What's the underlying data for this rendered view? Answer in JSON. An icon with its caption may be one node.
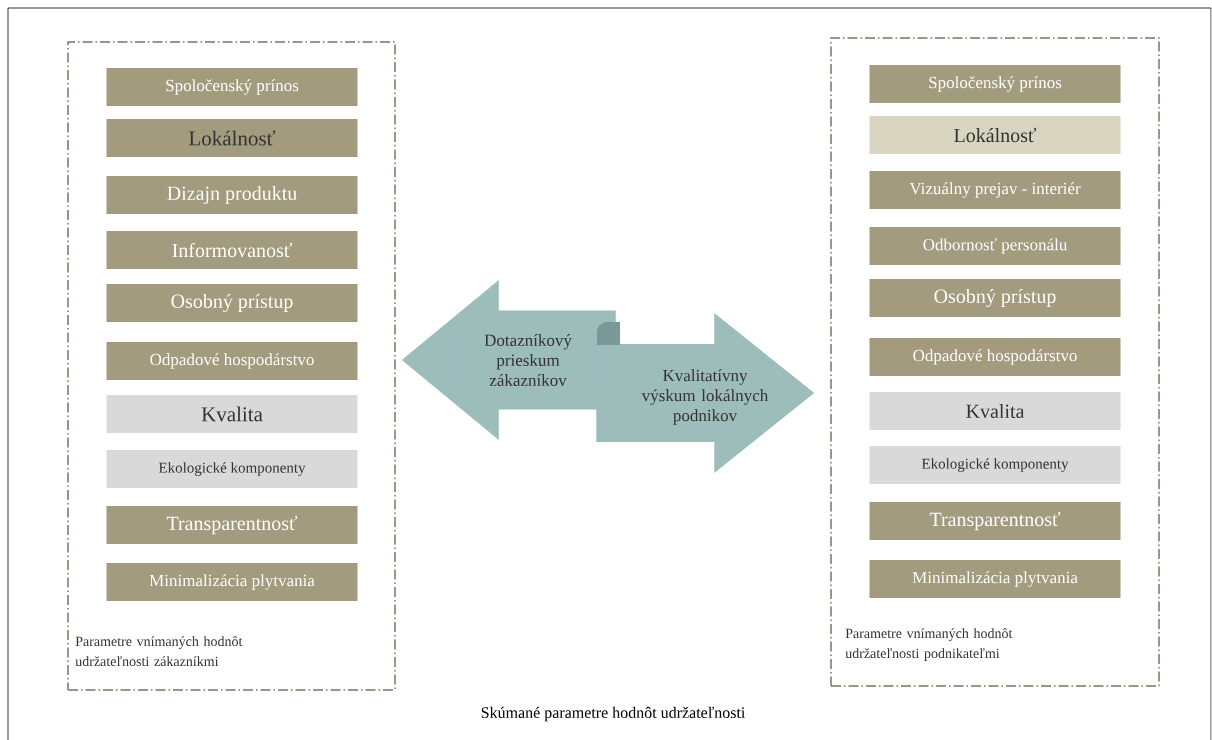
{
  "diagram": {
    "caption": "Skúmané parametre hodnôt udržateľnosti",
    "nodes": [
      {
        "text": [
          "Parametre vnímaných hodnôt udržateľnosti zákazníkmi"
        ]
      },
      {
        "text": [
          "Spoločenský prínos"
        ],
        "in": 0
      },
      {
        "text": [
          "Lokálnosť"
        ],
        "in": 0
      },
      {
        "text": [
          "Dizajn produktu"
        ],
        "in": 0
      },
      {
        "text": [
          "Informovanosť"
        ],
        "in": 0
      },
      {
        "text": [
          "Osobný prístup"
        ],
        "in": 0
      },
      {
        "text": [
          "Odpadové hospodárstvo"
        ],
        "in": 0
      },
      {
        "text": [
          "Kvalita"
        ],
        "in": 0
      },
      {
        "text": [
          "Ekologické komponenty"
        ],
        "in": 0
      },
      {
        "text": [
          "Transparentnosť"
        ],
        "in": 0
      },
      {
        "text": [
          "Minimalizácia plytvania"
        ],
        "in": 0
      },
      {
        "text": [
          "Parametre vnímaných hodnôt udržateľnosti podnikateľmi"
        ]
      },
      {
        "text": [
          "Spoločenský prínos"
        ],
        "in": 11
      },
      {
        "text": [
          "Lokálnosť"
        ],
        "in": 11
      },
      {
        "text": [
          "Vizuálny prejav -  interiér"
        ],
        "in": 11
      },
      {
        "text": [
          "Odbornosť personálu"
        ],
        "in": 11
      },
      {
        "text": [
          "Osobný prístup"
        ],
        "in": 11
      },
      {
        "text": [
          "Odpadové hospodárstvo"
        ],
        "in": 11
      },
      {
        "text": [
          "Kvalita"
        ],
        "in": 11
      },
      {
        "text": [
          "Ekologické komponenty"
        ],
        "in": 11
      },
      {
        "text": [
          "Transparentnosť"
        ],
        "in": 11
      },
      {
        "text": [
          "Minimalizácia plytvania"
        ],
        "in": 11
      }
    ],
    "edges": [
      {
        "from": null,
        "to": 0,
        "arrow": "to",
        "label": "Dotazníkový prieskum zákazníkov"
      },
      {
        "from": null,
        "to": 11,
        "arrow": "to",
        "label": "Kvalitatívny výskum lokálnych podnikov"
      }
    ]
  }
}
